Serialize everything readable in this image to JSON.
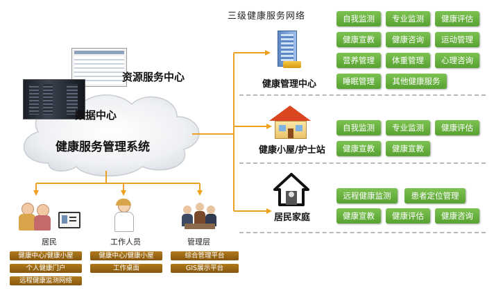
{
  "network_title": "三级健康服务网络",
  "cloud": {
    "title": "健康服务管理系统",
    "resource_center": "资源服务中心",
    "data_center": "数据中心"
  },
  "tiers": [
    {
      "name": "健康管理中心",
      "services": [
        "自我监测",
        "专业监测",
        "健康评估",
        "健康宣教",
        "健康咨询",
        "运动管理",
        "营养管理",
        "体重管理",
        "心理咨询",
        "睡眠管理",
        "其他健康服务"
      ]
    },
    {
      "name": "健康小屋/护士站",
      "services": [
        "自我监测",
        "专业监测",
        "健康评估",
        "健康宣教",
        "健康宣教"
      ]
    },
    {
      "name": "居民家庭",
      "services": [
        "远程健康监测",
        "患者定位管理",
        "健康宣教",
        "健康评估",
        "健康咨询"
      ]
    }
  ],
  "users": [
    {
      "name": "居民",
      "tags": [
        "健康中心/健康小屋",
        "个人健康门户",
        "远程健康监测网络"
      ]
    },
    {
      "name": "工作人员",
      "tags": [
        "健康中心/健康小屋",
        "工作桌面"
      ]
    },
    {
      "name": "管理层",
      "tags": [
        "综合管理平台",
        "GIS展示平台"
      ]
    }
  ],
  "colors": {
    "arrow": "#f0a020",
    "button": "#6bb23f",
    "tag": "#9a6a16",
    "dash": "#b8b8b8"
  }
}
